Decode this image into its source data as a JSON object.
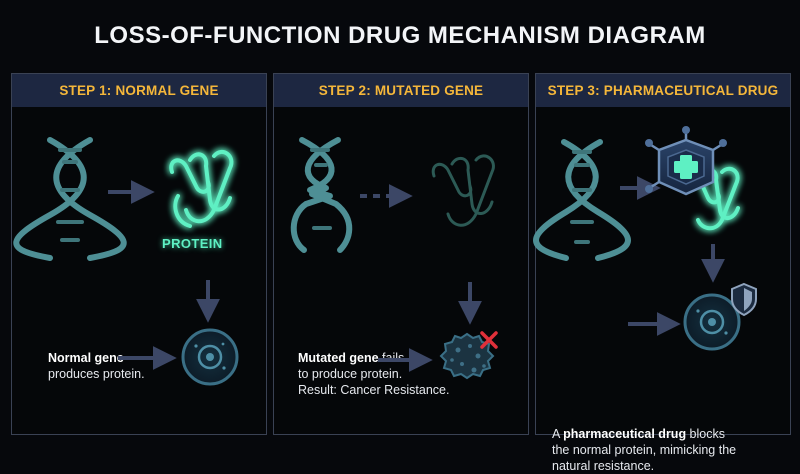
{
  "title": "LOSS-OF-FUNCTION DRUG MECHANISM DIAGRAM",
  "panels": [
    {
      "header": "STEP 1: NORMAL GENE",
      "label": "PROTEIN",
      "desc_bold": "Normal gene",
      "desc_rest": "produces protein."
    },
    {
      "header": "STEP 2: MUTATED GENE",
      "desc_bold": "Mutated gene",
      "desc_rest": " fails",
      "desc_line2": "to produce protein.",
      "desc_line3": "Result: Cancer Resistance."
    },
    {
      "header": "STEP 3: PHARMACEUTICAL DRUG",
      "desc_prefix": "A ",
      "desc_bold": "pharmaceutical drug",
      "desc_rest": " blocks",
      "desc_line2": "the normal protein, mimicking the",
      "desc_line3": "natural resistance."
    }
  ],
  "colors": {
    "header_bg": "#1d2741",
    "header_text": "#f5b73a",
    "dna": "#4e8f95",
    "protein": "#5ef0c3",
    "cell": "#3a6f86",
    "arrow": "#3c4766",
    "cross": "#e0303a"
  },
  "icons": [
    "dna-helix-icon",
    "protein-icon",
    "cell-icon",
    "drug-hexagon-icon",
    "shield-icon",
    "cross-icon"
  ]
}
